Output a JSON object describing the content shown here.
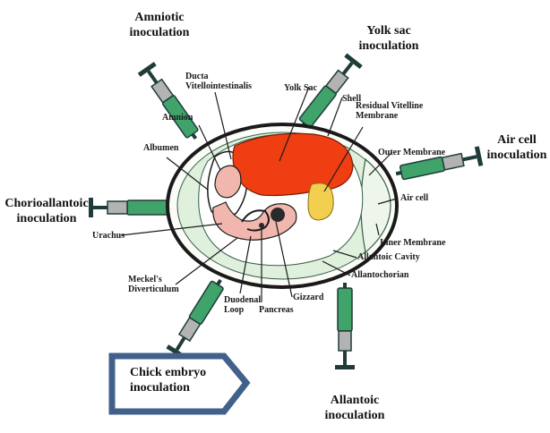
{
  "title": "",
  "colors": {
    "shell_fill": "#fbfcf8",
    "albumen": "#dff0dd",
    "yolk_sac": "#ef3e12",
    "yolk": "#f3cf4f",
    "embryo": "#f1b7ae",
    "syringe_body": "#3fa36a",
    "syringe_barrel": "#b3b3b3",
    "syringe_plunger": "#1f3c3a",
    "arrow_border": "#41608b",
    "line": "#1a1a1a"
  },
  "inoculations": {
    "amniotic": [
      "Amniotic",
      "inoculation"
    ],
    "yolk_sac": [
      "Yolk sac",
      "inoculation"
    ],
    "air_cell": [
      "Air cell",
      "inoculation"
    ],
    "chorioallantoic": [
      "Chorioallantoic",
      "inoculation"
    ],
    "allantoic": [
      "Allantoic",
      "inoculation"
    ],
    "chick_embryo": [
      "Chick embryo",
      "inoculation"
    ]
  },
  "labels": {
    "ducta": [
      "Ducta",
      "Vitellointestinalis"
    ],
    "yolk_sac": "Yolk Sac",
    "shell": "Shell",
    "residual": [
      "Residual Vitelline",
      "Membrane"
    ],
    "amnion": "Amnion",
    "albumen": "Albumen",
    "outer_membrane": "Outer Membrane",
    "air_cell": "Air cell",
    "inner_membrane": "Inner Membrane",
    "urachus": "Urachus",
    "allantoic_cavity": "Allantoic Cavity",
    "allantochorian": "Allantochorian",
    "meckels": [
      "Meckel's",
      "Diverticulum"
    ],
    "duodenal": [
      "Duodenal",
      "Loop"
    ],
    "gizzard": "Gizzard",
    "pancreas": "Pancreas"
  }
}
